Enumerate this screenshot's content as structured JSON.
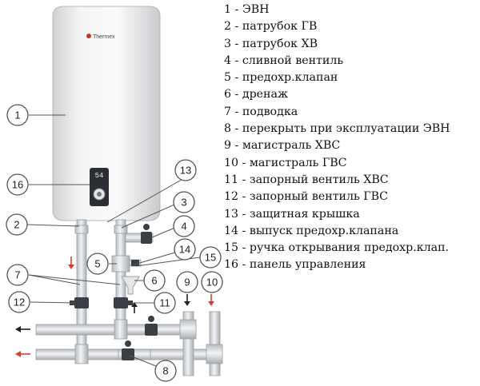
{
  "boiler": {
    "brand": "Thermex",
    "display": "54"
  },
  "callouts": [
    "1",
    "2",
    "3",
    "4",
    "5",
    "6",
    "7",
    "8",
    "9",
    "10",
    "11",
    "12",
    "13",
    "14",
    "15",
    "16"
  ],
  "legend": [
    "1 - ЭВН",
    "2 - патрубок ГВ",
    "3 - патрубок ХВ",
    "4 - сливной вентиль",
    "5 - предохр.клапан",
    "6 - дренаж",
    "7 - подводка",
    "8 - перекрыть при эксплуатации ЭВН",
    "9 - магистраль ХВС",
    "10 - магистраль ГВС",
    "11 - запорный вентиль ХВС",
    "12 - запорный вентиль ГВС",
    "13 - защитная крышка",
    "14 - выпуск предохр.клапана",
    "15 - ручка открывания предохр.клап.",
    "16 - панель управления"
  ],
  "colors": {
    "hot_arrow": "#e03a2e",
    "cold_arrow": "#222222",
    "pipe": "#d8dadd",
    "boiler": "#ededed"
  },
  "icons": {
    "flow_arrow": "arrow-icon",
    "valve_handle": "valve-icon",
    "funnel": "funnel-icon"
  }
}
